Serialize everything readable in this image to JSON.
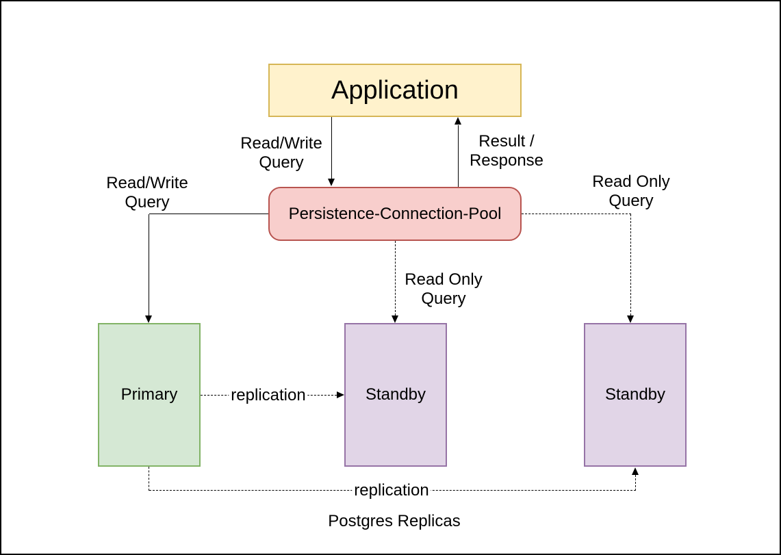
{
  "page": {
    "background": "#ffffff",
    "frame_color": "#000000",
    "line_color": "#000000"
  },
  "diagram": {
    "nodes": {
      "application": {
        "label": "Application",
        "fill": "#fff2cc",
        "stroke": "#d6b656"
      },
      "pool": {
        "label": "Persistence-Connection-Pool",
        "fill": "#f8cecc",
        "stroke": "#b85450"
      },
      "primary": {
        "label": "Primary",
        "fill": "#d5e8d4",
        "stroke": "#82b366"
      },
      "standby_middle": {
        "label": "Standby",
        "fill": "#e1d5e7",
        "stroke": "#9673a6"
      },
      "standby_right": {
        "label": "Standby",
        "fill": "#e1d5e7",
        "stroke": "#9673a6"
      }
    },
    "edge_labels": {
      "read_write_top": "Read/Write\nQuery",
      "result_response": "Result /\nResponse",
      "read_write_left": "Read/Write\nQuery",
      "read_only_right": "Read Only\nQuery",
      "read_only_middle": "Read Only\nQuery",
      "replication_primary_to_standby": "replication",
      "replication_bottom": "replication"
    },
    "caption": "Postgres Replicas"
  }
}
